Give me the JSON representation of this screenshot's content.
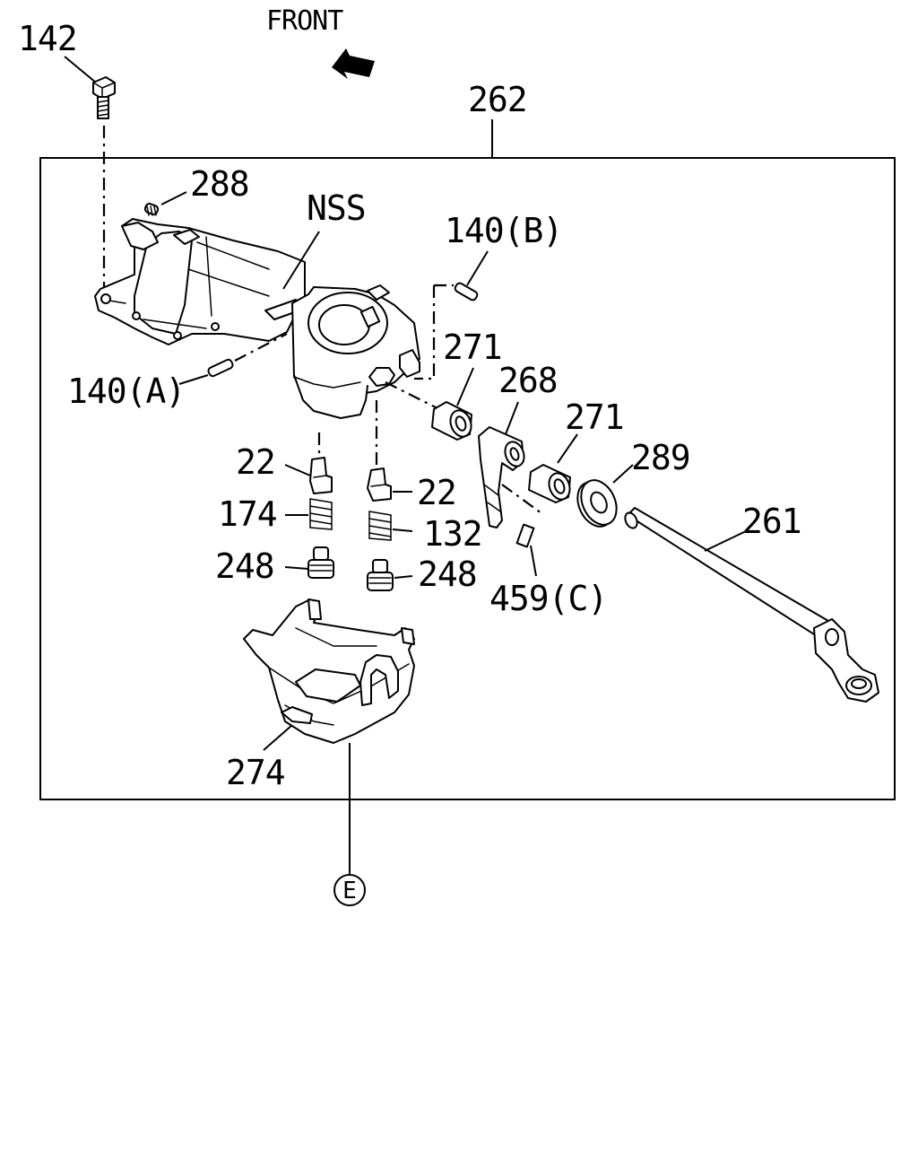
{
  "diagram": {
    "direction_label": "FRONT",
    "callouts": {
      "p142": "142",
      "p262": "262",
      "p288": "288",
      "nss": "NSS",
      "p140b": "140(B)",
      "p140a": "140(A)",
      "p271_left": "271",
      "p268": "268",
      "p271_right": "271",
      "p289": "289",
      "p261": "261",
      "p22_left": "22",
      "p22_right": "22",
      "p174": "174",
      "p132": "132",
      "p248_left": "248",
      "p248_right": "248",
      "p459c": "459(C)",
      "p274": "274",
      "ref_e": "E"
    }
  }
}
